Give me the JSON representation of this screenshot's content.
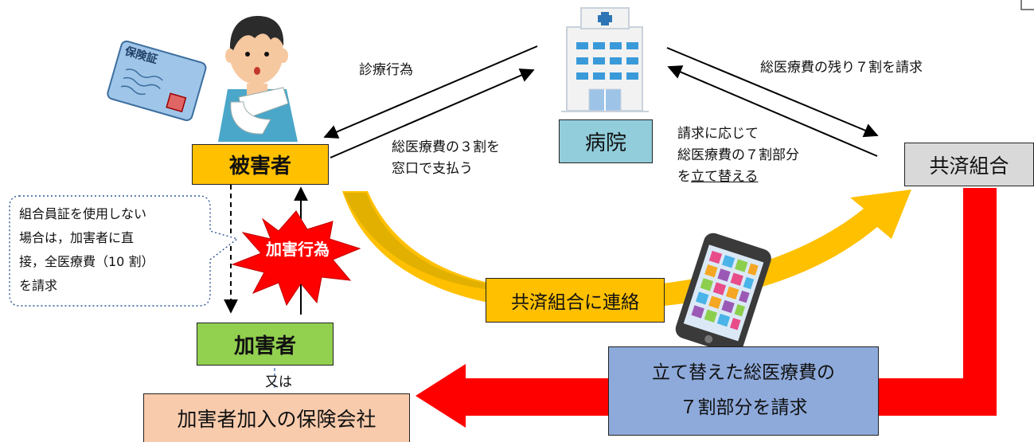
{
  "nodes": {
    "victim": "被害者",
    "hospital": "病院",
    "mutual_aid": "共済組合",
    "perpetrator": "加害者",
    "insurer": "加害者加入の保険会社",
    "or_text": "又は"
  },
  "card": {
    "text": "保険証"
  },
  "labels": {
    "treatment": "診療行為",
    "pay_30": [
      "総医療費の３割を",
      "窓口で支払う"
    ],
    "claim_70": "総医療費の残り７割を請求",
    "advance": [
      "請求に応じて",
      "総医療費の７割部分"
    ],
    "advance_prefix": "を",
    "advance_underlined": "立て替える",
    "harm": "加害行為",
    "contact": "共済組合に連絡",
    "reclaim": [
      "立て替えた総医療費の",
      "７割部分を請求"
    ],
    "note": [
      "組合員証を使用しない",
      "場合は，加害者に直",
      "接，全医療費（10 割）",
      "を請求"
    ]
  },
  "colors": {
    "victim_box": "#ffc000",
    "hospital_box": "#92cddc",
    "mutual_box": "#d9d9d9",
    "perpetrator_box": "#92d050",
    "insurer_box": "#f8cbad",
    "contact_box": "#ffc000",
    "reclaim_box": "#8eaadb",
    "red_arrow": "#ff0000",
    "gold_arrow": "#ffc000"
  }
}
